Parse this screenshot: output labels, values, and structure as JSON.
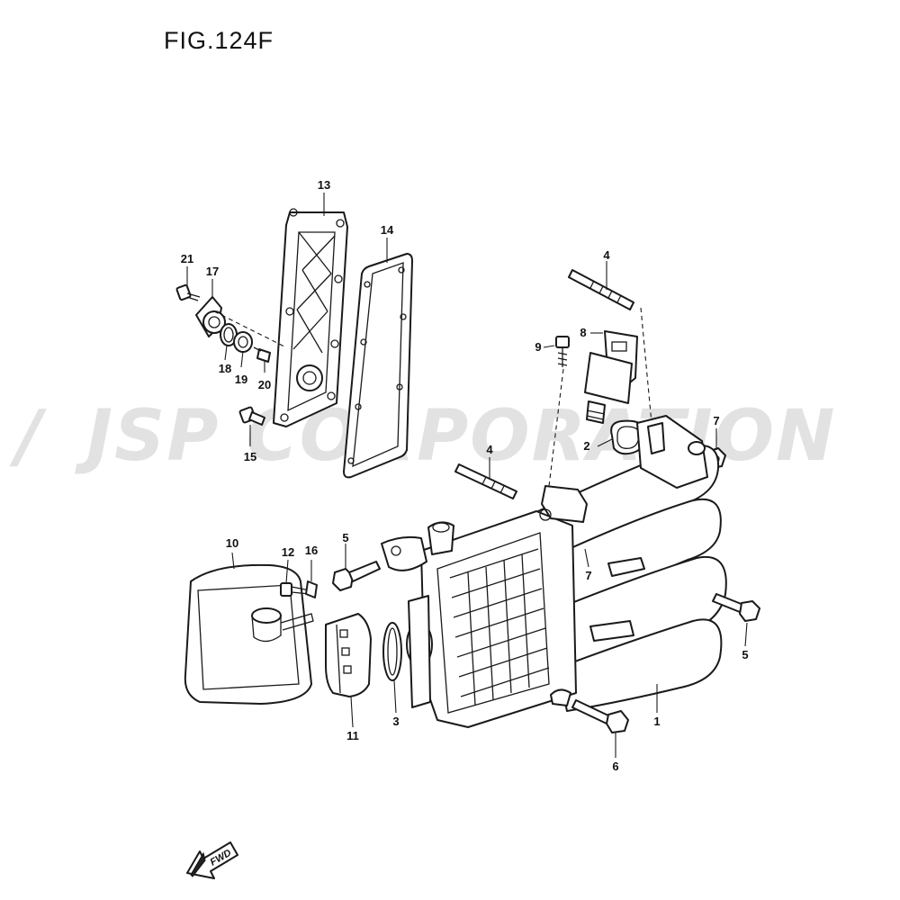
{
  "figure": {
    "title": "FIG.124F",
    "watermark": "JSP CORPORATION",
    "fwd_label": "FWD"
  },
  "callouts": [
    {
      "id": "c1",
      "label": "1"
    },
    {
      "id": "c2",
      "label": "2"
    },
    {
      "id": "c3",
      "label": "3"
    },
    {
      "id": "c4a",
      "label": "4"
    },
    {
      "id": "c4b",
      "label": "4"
    },
    {
      "id": "c5a",
      "label": "5"
    },
    {
      "id": "c5b",
      "label": "5"
    },
    {
      "id": "c6",
      "label": "6"
    },
    {
      "id": "c7a",
      "label": "7"
    },
    {
      "id": "c7b",
      "label": "7"
    },
    {
      "id": "c8",
      "label": "8"
    },
    {
      "id": "c9",
      "label": "9"
    },
    {
      "id": "c10",
      "label": "10"
    },
    {
      "id": "c11",
      "label": "11"
    },
    {
      "id": "c12",
      "label": "12"
    },
    {
      "id": "c13",
      "label": "13"
    },
    {
      "id": "c14",
      "label": "14"
    },
    {
      "id": "c15",
      "label": "15"
    },
    {
      "id": "c16",
      "label": "16"
    },
    {
      "id": "c17",
      "label": "17"
    },
    {
      "id": "c18",
      "label": "18"
    },
    {
      "id": "c19",
      "label": "19"
    },
    {
      "id": "c20",
      "label": "20"
    },
    {
      "id": "c21",
      "label": "21"
    }
  ]
}
